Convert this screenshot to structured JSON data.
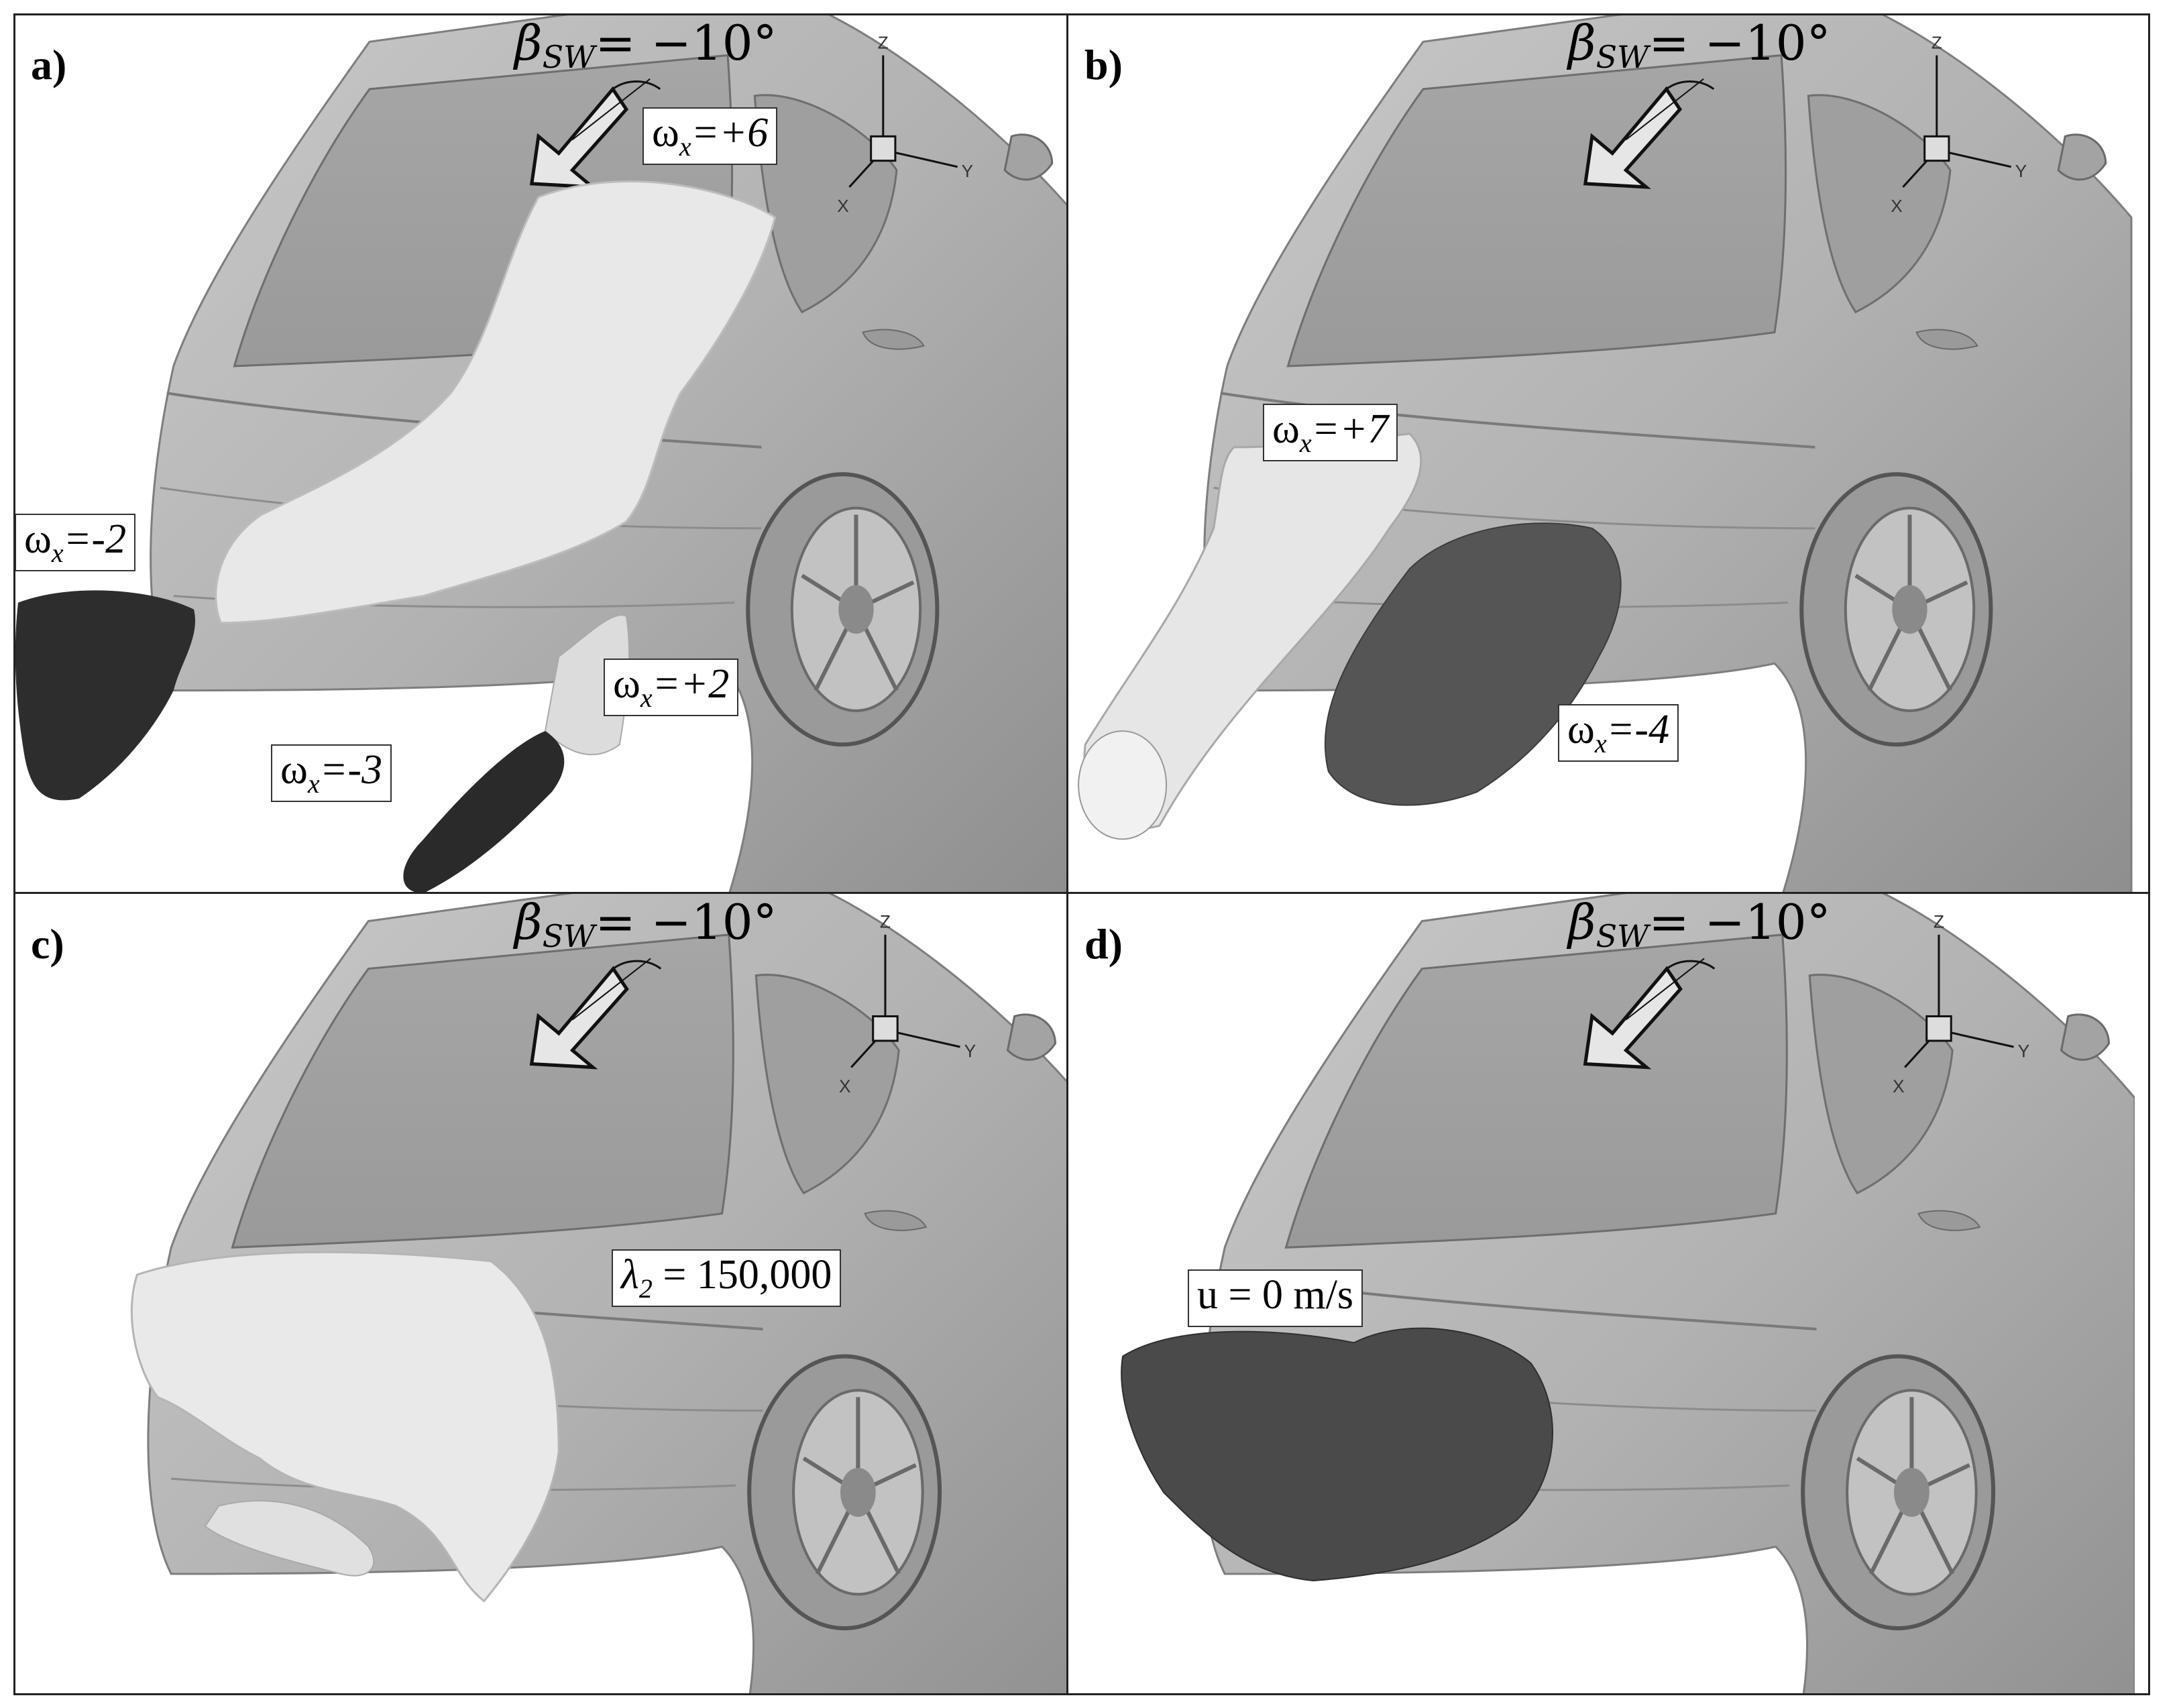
{
  "panels": [
    {
      "id": "a",
      "label": "a)",
      "beta": {
        "var": "β",
        "sub": "SW",
        "value": "= −10°"
      },
      "tags": [
        {
          "sym": "ω",
          "sub": "x",
          "rest": "=+6"
        },
        {
          "sym": "ω",
          "sub": "x",
          "rest": "=-2"
        },
        {
          "sym": "ω",
          "sub": "x",
          "rest": "=+2"
        },
        {
          "sym": "ω",
          "sub": "x",
          "rest": "=-3"
        }
      ]
    },
    {
      "id": "b",
      "label": "b)",
      "beta": {
        "var": "β",
        "sub": "SW",
        "value": "= −10°"
      },
      "tags": [
        {
          "sym": "ω",
          "sub": "x",
          "rest": "=+7"
        },
        {
          "sym": "ω",
          "sub": "x",
          "rest": "=-4"
        }
      ]
    },
    {
      "id": "c",
      "label": "c)",
      "beta": {
        "var": "β",
        "sub": "SW",
        "value": "= −10°"
      },
      "tags": [
        {
          "sym": "λ",
          "sub": "2",
          "rest": " = 150,000"
        }
      ]
    },
    {
      "id": "d",
      "label": "d)",
      "beta": {
        "var": "β",
        "sub": "SW",
        "value": "= −10°"
      },
      "tags": [
        {
          "sym": "",
          "sub": "",
          "rest": "u = 0 m/s"
        }
      ]
    }
  ],
  "axes": {
    "z": "Z",
    "x": "X",
    "y": "Y"
  },
  "colors": {
    "car": "#b4b4b4",
    "car_dark": "#8a8a8a",
    "iso_light": "#ececec",
    "iso_dark": "#2b2b2b",
    "iso_mid": "#5c5c5c"
  }
}
